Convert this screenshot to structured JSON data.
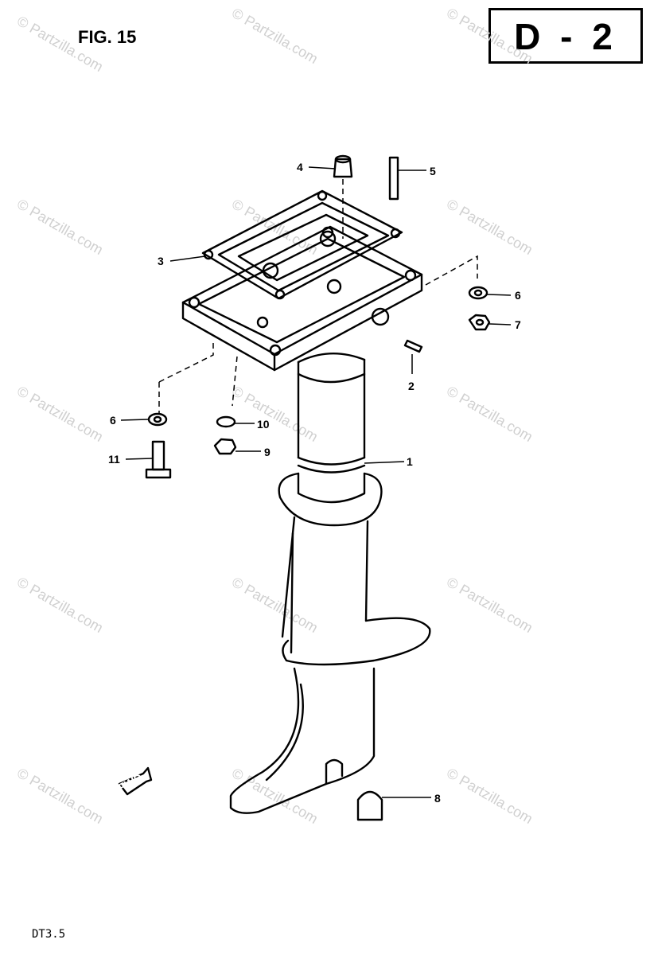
{
  "header": {
    "figure_label": "FIG. 15",
    "section_code": "D - 2"
  },
  "footer": {
    "model": "DT3.5"
  },
  "watermark": {
    "text": "© Partzilla.com"
  },
  "callouts": [
    {
      "id": "c1",
      "label": "1"
    },
    {
      "id": "c2",
      "label": "2"
    },
    {
      "id": "c3",
      "label": "3"
    },
    {
      "id": "c4",
      "label": "4"
    },
    {
      "id": "c5",
      "label": "5"
    },
    {
      "id": "c6a",
      "label": "6"
    },
    {
      "id": "c6b",
      "label": "6"
    },
    {
      "id": "c7",
      "label": "7"
    },
    {
      "id": "c8",
      "label": "8"
    },
    {
      "id": "c9",
      "label": "9"
    },
    {
      "id": "c10",
      "label": "10"
    },
    {
      "id": "c11",
      "label": "11"
    }
  ],
  "fwd_mark": "FWD",
  "colors": {
    "ink": "#000000",
    "watermark": "#d0d0d0",
    "background": "#ffffff"
  }
}
